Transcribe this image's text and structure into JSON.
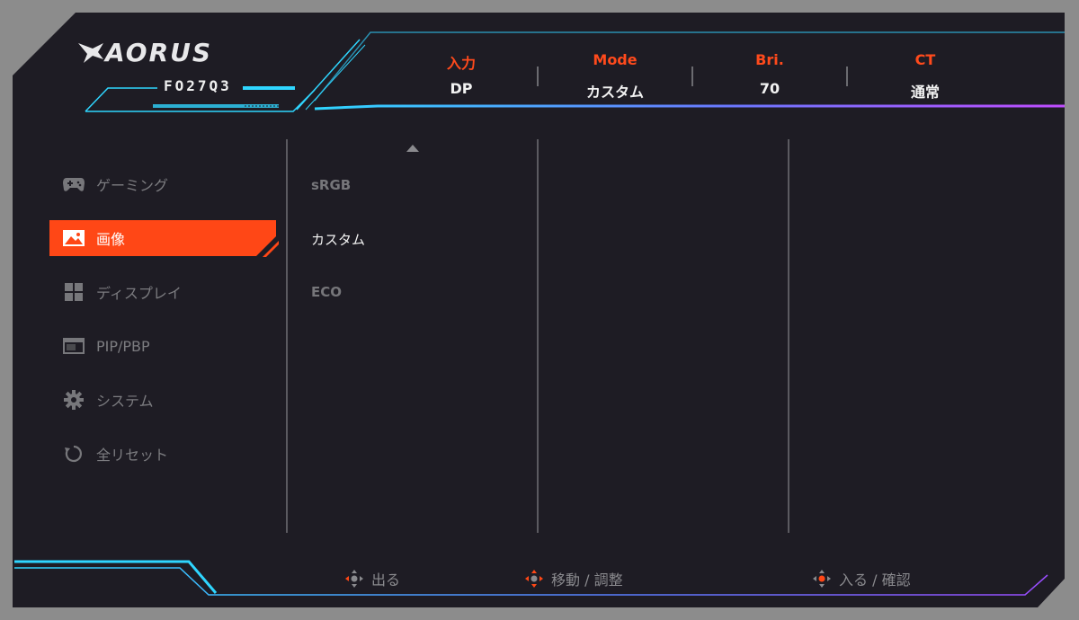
{
  "header": {
    "brand": "AORUS",
    "model": "FO27Q3",
    "stats": [
      {
        "label": "入力",
        "value": "DP"
      },
      {
        "label": "Mode",
        "value": "カスタム"
      },
      {
        "label": "Bri.",
        "value": "70"
      },
      {
        "label": "CT",
        "value": "通常"
      }
    ]
  },
  "menu": {
    "items": [
      {
        "label": "ゲーミング",
        "icon": "gamepad-icon"
      },
      {
        "label": "画像",
        "icon": "picture-icon",
        "active": true
      },
      {
        "label": "ディスプレイ",
        "icon": "grid-icon"
      },
      {
        "label": "PIP/PBP",
        "icon": "window-icon"
      },
      {
        "label": "システム",
        "icon": "gear-icon"
      },
      {
        "label": "全リセット",
        "icon": "reset-icon"
      }
    ]
  },
  "submenu": {
    "items": [
      {
        "label": "sRGB"
      },
      {
        "label": "カスタム",
        "selected": true
      },
      {
        "label": "ECO"
      }
    ]
  },
  "footer": {
    "hints": [
      {
        "label": "出る",
        "icon": "joystick-left-icon"
      },
      {
        "label": "移動 / 調整",
        "icon": "joystick-move-icon"
      },
      {
        "label": "入る / 確認",
        "icon": "joystick-press-icon"
      }
    ]
  },
  "colors": {
    "accent": "#ff4716",
    "cyan": "#2fd6ff",
    "purple": "#b44cff",
    "panel": "#1e1c24"
  }
}
